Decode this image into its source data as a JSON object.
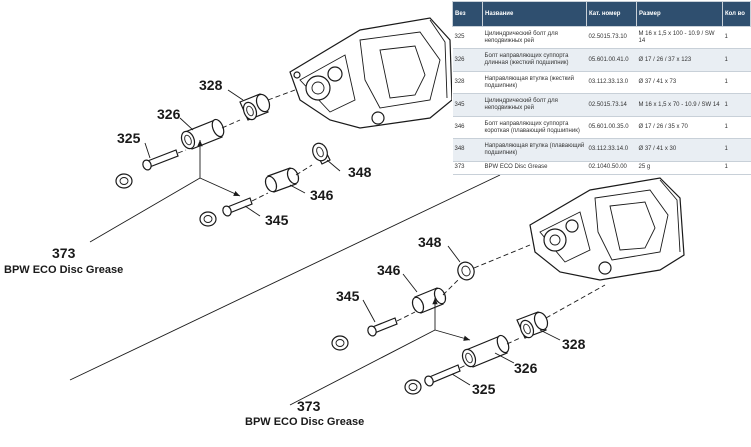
{
  "table": {
    "headers": [
      "Вез",
      "Название",
      "Кат. номер",
      "Размер",
      "Кол во"
    ],
    "rows": [
      [
        "325",
        "Цилиндрический болт для неподвижных рей",
        "02.5015.73.10",
        "M 16 x 1,5 x 100 - 10.9 / SW 14",
        "1"
      ],
      [
        "326",
        "Болт направляющих суппорта длинная (жесткий подшипник)",
        "05.601.00.41.0",
        "Ø 17 / 26 / 37 x 123",
        "1"
      ],
      [
        "328",
        "Направляющая втулка (жесткий подшипник)",
        "03.112.33.13.0",
        "Ø 37 / 41 x 73",
        "1"
      ],
      [
        "345",
        "Цилиндрический болт для неподвижных рей",
        "02.5015.73.14",
        "M 16 x 1,5 x 70 - 10.9 / SW 14",
        "1"
      ],
      [
        "346",
        "Болт направляющих суппорта короткая (плавающий подшипник)",
        "05.601.00.35.0",
        "Ø 17 / 26 / 35 x 70",
        "1"
      ],
      [
        "348",
        "Направляющая втулка (плавающий подшипник)",
        "03.112.33.14.0",
        "Ø 37 / 41 x 30",
        "1"
      ],
      [
        "373",
        "BPW ECO Disc Grease",
        "02.1040.50.00",
        "25 g",
        "1"
      ]
    ]
  },
  "diagram": {
    "top": {
      "label_328": "328",
      "label_326": "326",
      "label_325": "325",
      "label_348": "348",
      "label_346": "346",
      "label_345": "345",
      "label_373": "373",
      "grease": "BPW ECO Disc Grease"
    },
    "bottom": {
      "label_348": "348",
      "label_346": "346",
      "label_345": "345",
      "label_328": "328",
      "label_326": "326",
      "label_325": "325",
      "label_373": "373",
      "grease": "BPW ECO Disc Grease"
    }
  },
  "colors": {
    "header_bg": "#2f4f6f",
    "row_alt": "#e9eef3",
    "ink": "#1a1a1a"
  }
}
